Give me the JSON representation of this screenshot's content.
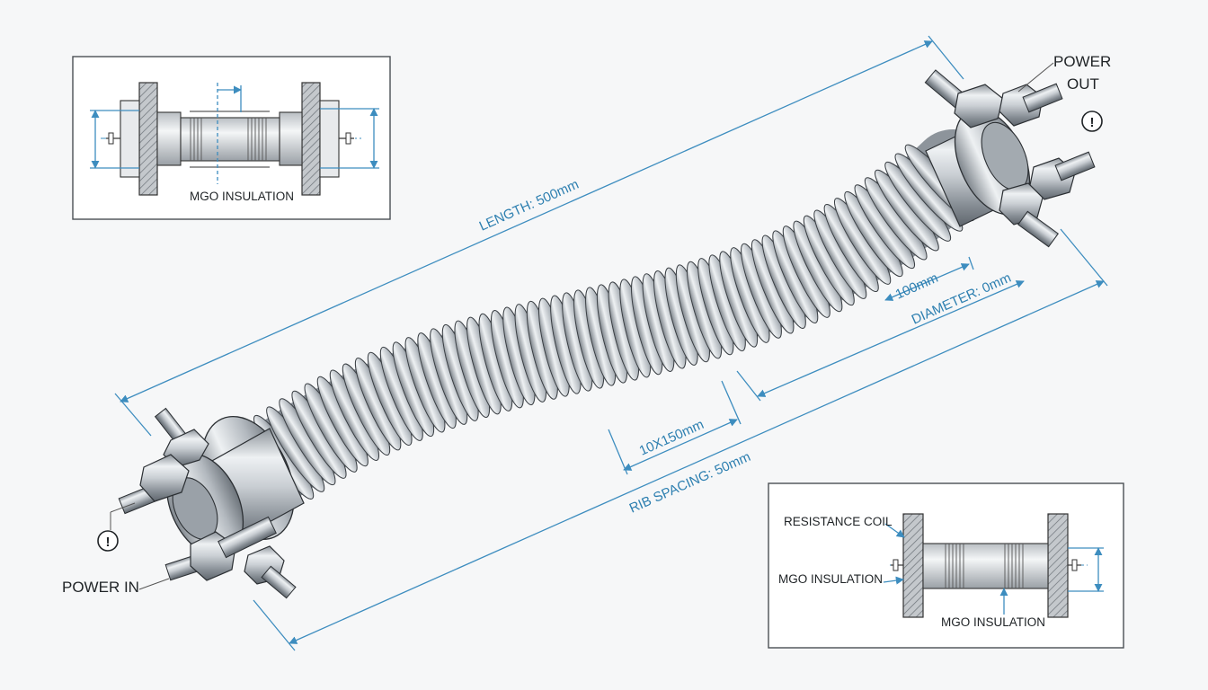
{
  "diagram": {
    "power_out_line1": "POWER",
    "power_out_line2": "OUT",
    "power_in": "POWER IN",
    "length_label": "LENGTH: 500mm",
    "rib_spacing_label": "RIB SPACING: 50mm",
    "diameter_label": "DIAMETER: 0mm",
    "segment_100_label": "100mm",
    "segment_10x150_label": "10X150mm",
    "warning_symbol_top": "!",
    "warning_symbol_bottom": "!"
  },
  "inset_top_left": {
    "insulation_label": "MGO INSULATION"
  },
  "inset_bottom_right": {
    "resistance_coil_label": "RESISTANCE COIL",
    "insulation_label_left": "MGO INSULATION",
    "insulation_label_bottom": "MGO INSULATION"
  },
  "colors": {
    "dimension_blue": "#3d8dbf",
    "metal_light": "#e6e9ec",
    "metal_mid": "#aeb4ba",
    "metal_dark": "#6f767d",
    "outline": "#2b2f33"
  }
}
